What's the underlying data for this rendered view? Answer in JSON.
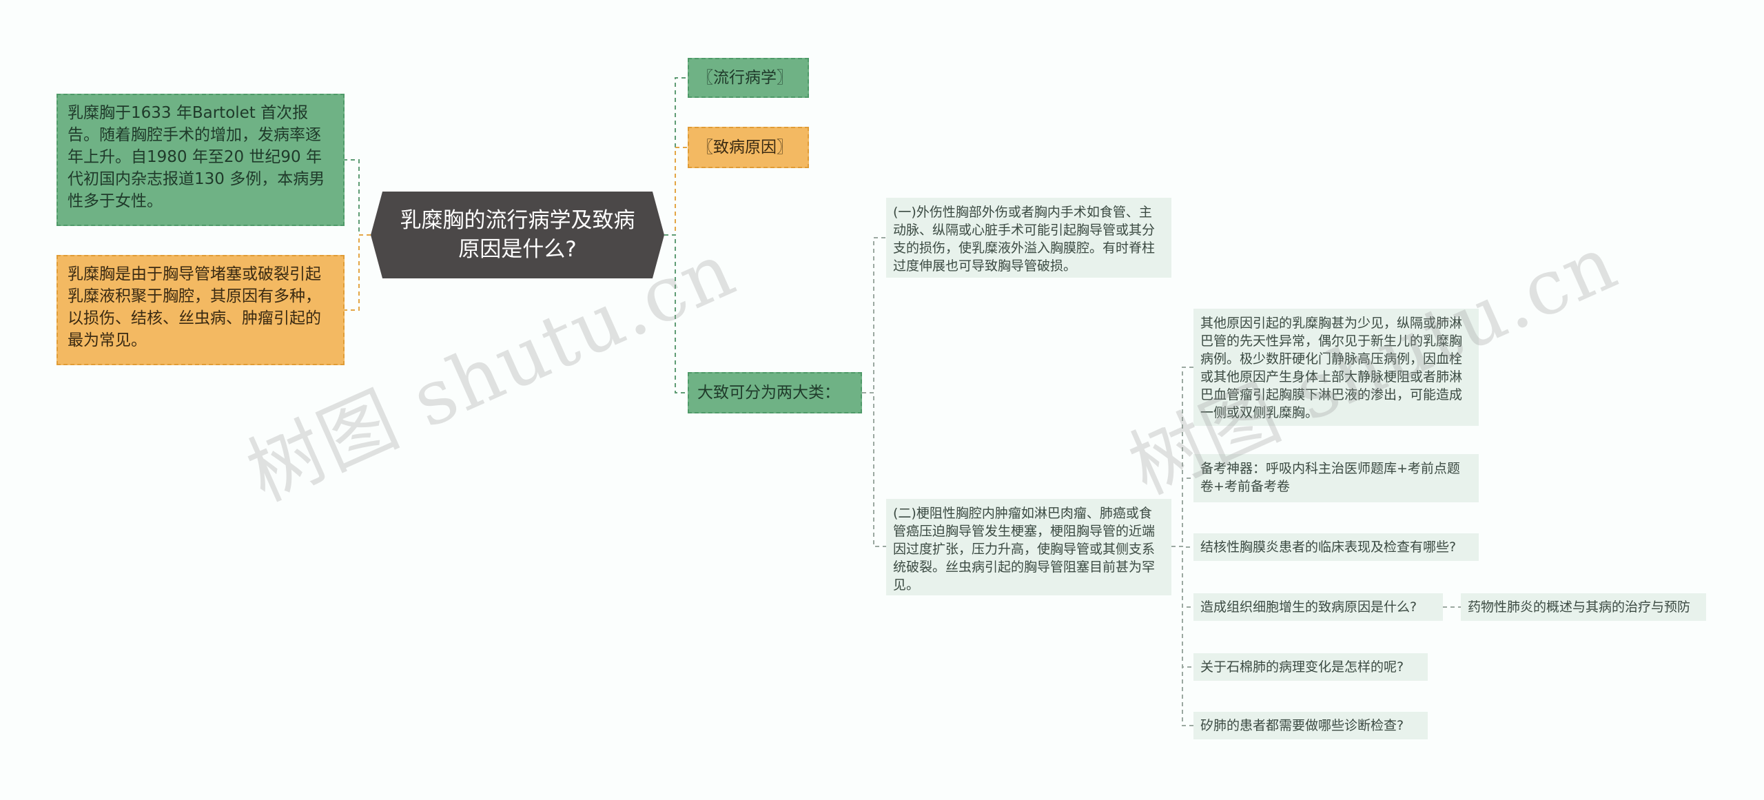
{
  "root": {
    "title": "乳糜胸的流行病学及致病原因是什么?"
  },
  "left": {
    "epidemiology_text": "乳糜胸于1633 年Bartolet 首次报告。随着胸腔手术的增加，发病率逐年上升。自1980 年至20 世纪90 年代初国内杂志报道130 多例，本病男性多于女性。",
    "cause_text": "乳糜胸是由于胸导管堵塞或破裂引起乳糜液积聚于胸腔，其原因有多种，以损伤、结核、丝虫病、肿瘤引起的最为常见。"
  },
  "right": {
    "epidemiology_label": "〖流行病学〗",
    "cause_label": "〖致病原因〗",
    "two_types_label": "大致可分为两大类：",
    "type1": "(一)外伤性胸部外伤或者胸内手术如食管、主动脉、纵隔或心脏手术可能引起胸导管或其分支的损伤，使乳糜液外溢入胸膜腔。有时脊柱过度伸展也可导致胸导管破损。",
    "type2": "(二)梗阻性胸腔内肿瘤如淋巴肉瘤、肺癌或食管癌压迫胸导管发生梗塞，梗阻胸导管的近端因过度扩张，压力升高，使胸导管或其侧支系统破裂。丝虫病引起的胸导管阻塞目前甚为罕见。",
    "type2_children": [
      "其他原因引起的乳糜胸甚为少见，纵隔或肺淋巴管的先天性异常，偶尔见于新生儿的乳糜胸病例。极少数肝硬化门静脉高压病例，因血栓或其他原因产生身体上部大静脉梗阻或者肺淋巴血管瘤引起胸膜下淋巴液的渗出，可能造成一侧或双侧乳糜胸。",
      "备考神器：呼吸内科主治医师题库+考前点题卷+考前备考卷",
      "结核性胸膜炎患者的临床表现及检查有哪些?",
      "造成组织细胞增生的致病原因是什么?",
      "关于石棉肺的病理变化是怎样的呢?",
      "矽肺的患者都需要做哪些诊断检查?"
    ],
    "leaf": "药物性肺炎的概述与其病的治疗与预防"
  },
  "watermark": {
    "text": "树图 shutu.cn"
  },
  "colors": {
    "green": "#6fb285",
    "orange": "#f3b962",
    "root": "#4b4848",
    "pale": "#e8f2ec",
    "line_green": "#5e9c74",
    "line_orange": "#e3a544",
    "line_gray": "#9aa8a0"
  }
}
